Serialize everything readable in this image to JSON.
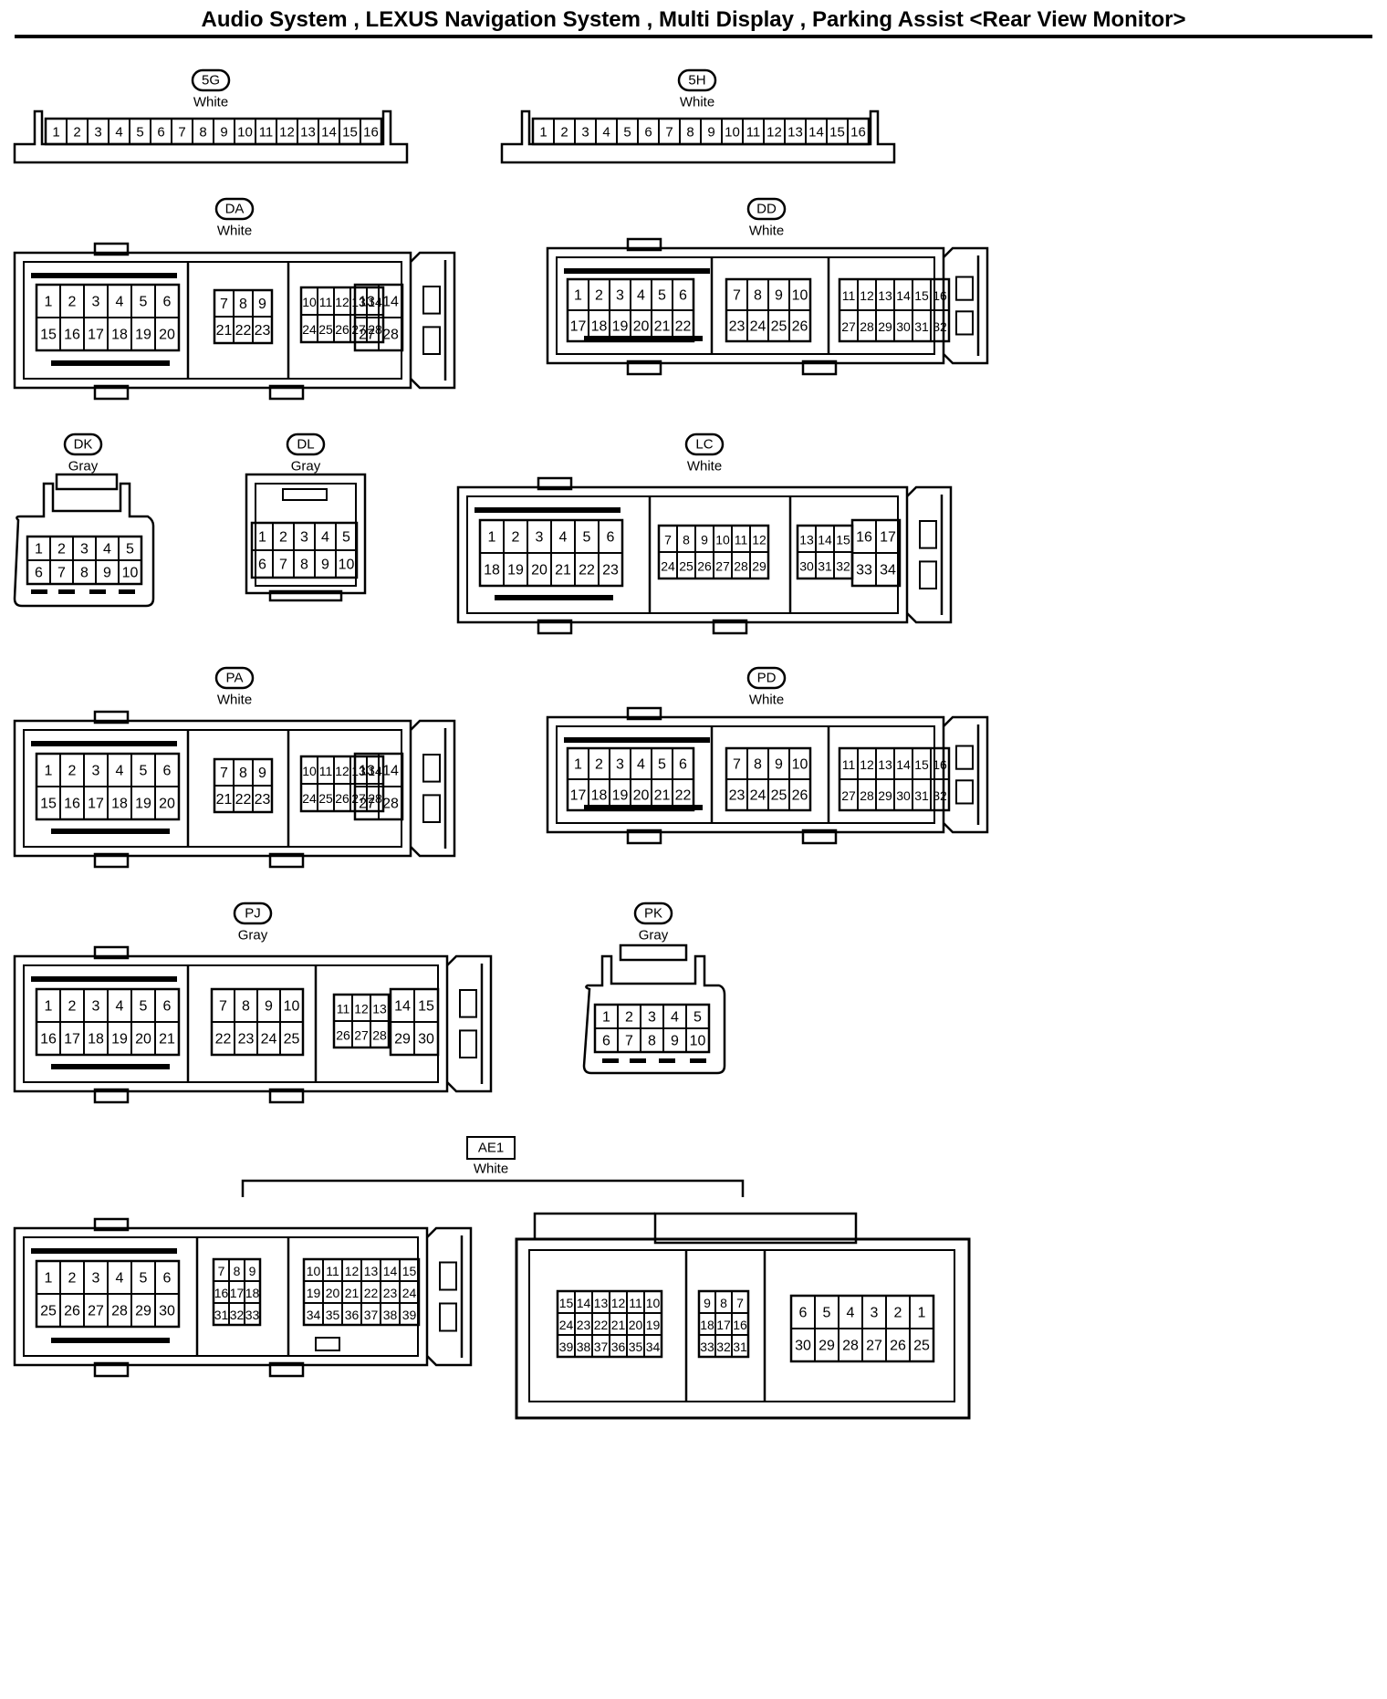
{
  "title": "Audio System , LEXUS Navigation System , Multi Display , Parking Assist <Rear View Monitor>",
  "connectors": [
    {
      "code": "5G",
      "color": "White",
      "rows": [
        [
          "1",
          "2",
          "3",
          "4",
          "5",
          "6",
          "7",
          "8",
          "9",
          "10",
          "11",
          "12",
          "13",
          "14",
          "15",
          "16"
        ]
      ]
    },
    {
      "code": "5H",
      "color": "White",
      "rows": [
        [
          "1",
          "2",
          "3",
          "4",
          "5",
          "6",
          "7",
          "8",
          "9",
          "10",
          "11",
          "12",
          "13",
          "14",
          "15",
          "16"
        ]
      ]
    },
    {
      "code": "DA",
      "color": "White",
      "groups": [
        [
          [
            "1",
            "2",
            "3",
            "4",
            "5",
            "6"
          ],
          [
            "15",
            "16",
            "17",
            "18",
            "19",
            "20"
          ]
        ],
        [
          [
            "7",
            "8",
            "9"
          ],
          [
            "21",
            "22",
            "23"
          ]
        ],
        [
          [
            "10",
            "11",
            "12",
            "13",
            "14"
          ],
          [
            "24",
            "25",
            "26",
            "27",
            "28"
          ]
        ]
      ]
    },
    {
      "code": "DD",
      "color": "White",
      "groups": [
        [
          [
            "1",
            "2",
            "3",
            "4",
            "5",
            "6"
          ],
          [
            "17",
            "18",
            "19",
            "20",
            "21",
            "22"
          ]
        ],
        [
          [
            "7",
            "8",
            "9",
            "10"
          ],
          [
            "23",
            "24",
            "25",
            "26"
          ]
        ],
        [
          [
            "11",
            "12",
            "13",
            "14",
            "15",
            "16"
          ],
          [
            "27",
            "28",
            "29",
            "30",
            "31",
            "32"
          ]
        ]
      ]
    },
    {
      "code": "DK",
      "color": "Gray",
      "rows": [
        [
          "1",
          "2",
          "3",
          "4",
          "5"
        ],
        [
          "6",
          "7",
          "8",
          "9",
          "10"
        ]
      ]
    },
    {
      "code": "DL",
      "color": "Gray",
      "rows": [
        [
          "1",
          "2",
          "3",
          "4",
          "5"
        ],
        [
          "6",
          "7",
          "8",
          "9",
          "10"
        ]
      ]
    },
    {
      "code": "LC",
      "color": "White",
      "groups": [
        [
          [
            "1",
            "2",
            "3",
            "4",
            "5",
            "6"
          ],
          [
            "18",
            "19",
            "20",
            "21",
            "22",
            "23"
          ]
        ],
        [
          [
            "7",
            "8",
            "9",
            "10",
            "11",
            "12"
          ],
          [
            "24",
            "25",
            "26",
            "27",
            "28",
            "29"
          ]
        ],
        [
          [
            "13",
            "14",
            "15",
            "16",
            "17"
          ],
          [
            "30",
            "31",
            "32",
            "33",
            "34"
          ]
        ]
      ]
    },
    {
      "code": "PA",
      "color": "White",
      "groups": [
        [
          [
            "1",
            "2",
            "3",
            "4",
            "5",
            "6"
          ],
          [
            "15",
            "16",
            "17",
            "18",
            "19",
            "20"
          ]
        ],
        [
          [
            "7",
            "8",
            "9"
          ],
          [
            "21",
            "22",
            "23"
          ]
        ],
        [
          [
            "10",
            "11",
            "12",
            "13",
            "14"
          ],
          [
            "24",
            "25",
            "26",
            "27",
            "28"
          ]
        ]
      ]
    },
    {
      "code": "PD",
      "color": "White",
      "groups": [
        [
          [
            "1",
            "2",
            "3",
            "4",
            "5",
            "6"
          ],
          [
            "17",
            "18",
            "19",
            "20",
            "21",
            "22"
          ]
        ],
        [
          [
            "7",
            "8",
            "9",
            "10"
          ],
          [
            "23",
            "24",
            "25",
            "26"
          ]
        ],
        [
          [
            "11",
            "12",
            "13",
            "14",
            "15",
            "16"
          ],
          [
            "27",
            "28",
            "29",
            "30",
            "31",
            "32"
          ]
        ]
      ]
    },
    {
      "code": "PJ",
      "color": "Gray",
      "groups": [
        [
          [
            "1",
            "2",
            "3",
            "4",
            "5",
            "6"
          ],
          [
            "16",
            "17",
            "18",
            "19",
            "20",
            "21"
          ]
        ],
        [
          [
            "7",
            "8",
            "9",
            "10"
          ],
          [
            "22",
            "23",
            "24",
            "25"
          ]
        ],
        [
          [
            "11",
            "12",
            "13",
            "14",
            "15"
          ],
          [
            "26",
            "27",
            "28",
            "29",
            "30"
          ]
        ]
      ]
    },
    {
      "code": "PK",
      "color": "Gray",
      "rows": [
        [
          "1",
          "2",
          "3",
          "4",
          "5"
        ],
        [
          "6",
          "7",
          "8",
          "9",
          "10"
        ]
      ]
    },
    {
      "code": "AE1",
      "color": "White",
      "left_groups": [
        [
          [
            "1",
            "2",
            "3",
            "4",
            "5",
            "6"
          ],
          [
            "25",
            "26",
            "27",
            "28",
            "29",
            "30"
          ]
        ],
        [
          [
            "7",
            "8",
            "9"
          ],
          [
            "16",
            "17",
            "18"
          ],
          [
            "31",
            "32",
            "33"
          ]
        ],
        [
          [
            "10",
            "11",
            "12",
            "13",
            "14",
            "15"
          ],
          [
            "19",
            "20",
            "21",
            "22",
            "23",
            "24"
          ],
          [
            "34",
            "35",
            "36",
            "37",
            "38",
            "39"
          ]
        ]
      ],
      "right_groups": [
        [
          [
            "15",
            "14",
            "13",
            "12",
            "11",
            "10"
          ],
          [
            "24",
            "23",
            "22",
            "21",
            "20",
            "19"
          ],
          [
            "39",
            "38",
            "37",
            "36",
            "35",
            "34"
          ]
        ],
        [
          [
            "9",
            "8",
            "7"
          ],
          [
            "18",
            "17",
            "16"
          ],
          [
            "33",
            "32",
            "31"
          ]
        ],
        [
          [
            "6",
            "5",
            "4",
            "3",
            "2",
            "1"
          ],
          [
            "30",
            "29",
            "28",
            "27",
            "26",
            "25"
          ]
        ]
      ]
    }
  ]
}
